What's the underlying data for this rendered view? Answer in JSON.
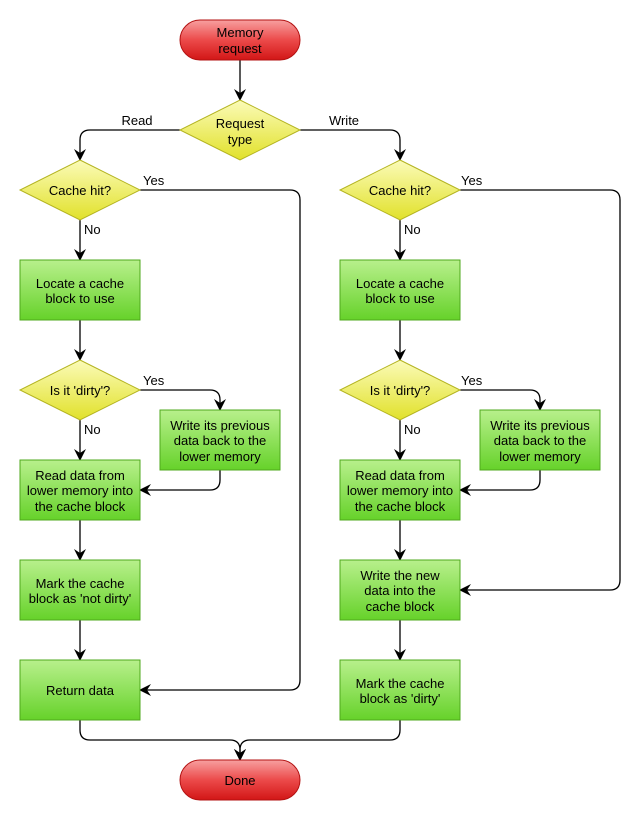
{
  "diagram": {
    "start": [
      "Memory",
      "request"
    ],
    "request_type": [
      "Request",
      "type"
    ],
    "branch_read": "Read",
    "branch_write": "Write",
    "end": "Done",
    "read_path": {
      "cache_hit": "Cache hit?",
      "yes": "Yes",
      "no": "No",
      "locate": [
        "Locate a cache",
        "block to use"
      ],
      "dirty_check": "Is it 'dirty'?",
      "dirty_yes": "Yes",
      "dirty_no": "No",
      "write_back": [
        "Write its previous",
        "data back to the",
        "lower memory"
      ],
      "read_data": [
        "Read data from",
        "lower memory into",
        "the cache block"
      ],
      "mark": [
        "Mark the cache",
        "block as 'not dirty'"
      ],
      "return_data": "Return data"
    },
    "write_path": {
      "cache_hit": "Cache hit?",
      "yes": "Yes",
      "no": "No",
      "locate": [
        "Locate a cache",
        "block to use"
      ],
      "dirty_check": "Is it 'dirty'?",
      "dirty_yes": "Yes",
      "dirty_no": "No",
      "write_back": [
        "Write its previous",
        "data back to the",
        "lower memory"
      ],
      "read_data": [
        "Read data from",
        "lower memory into",
        "the cache block"
      ],
      "write_new": [
        "Write the new",
        "data into the",
        "cache block"
      ],
      "mark": [
        "Mark the cache",
        "block as 'dirty'"
      ]
    }
  }
}
